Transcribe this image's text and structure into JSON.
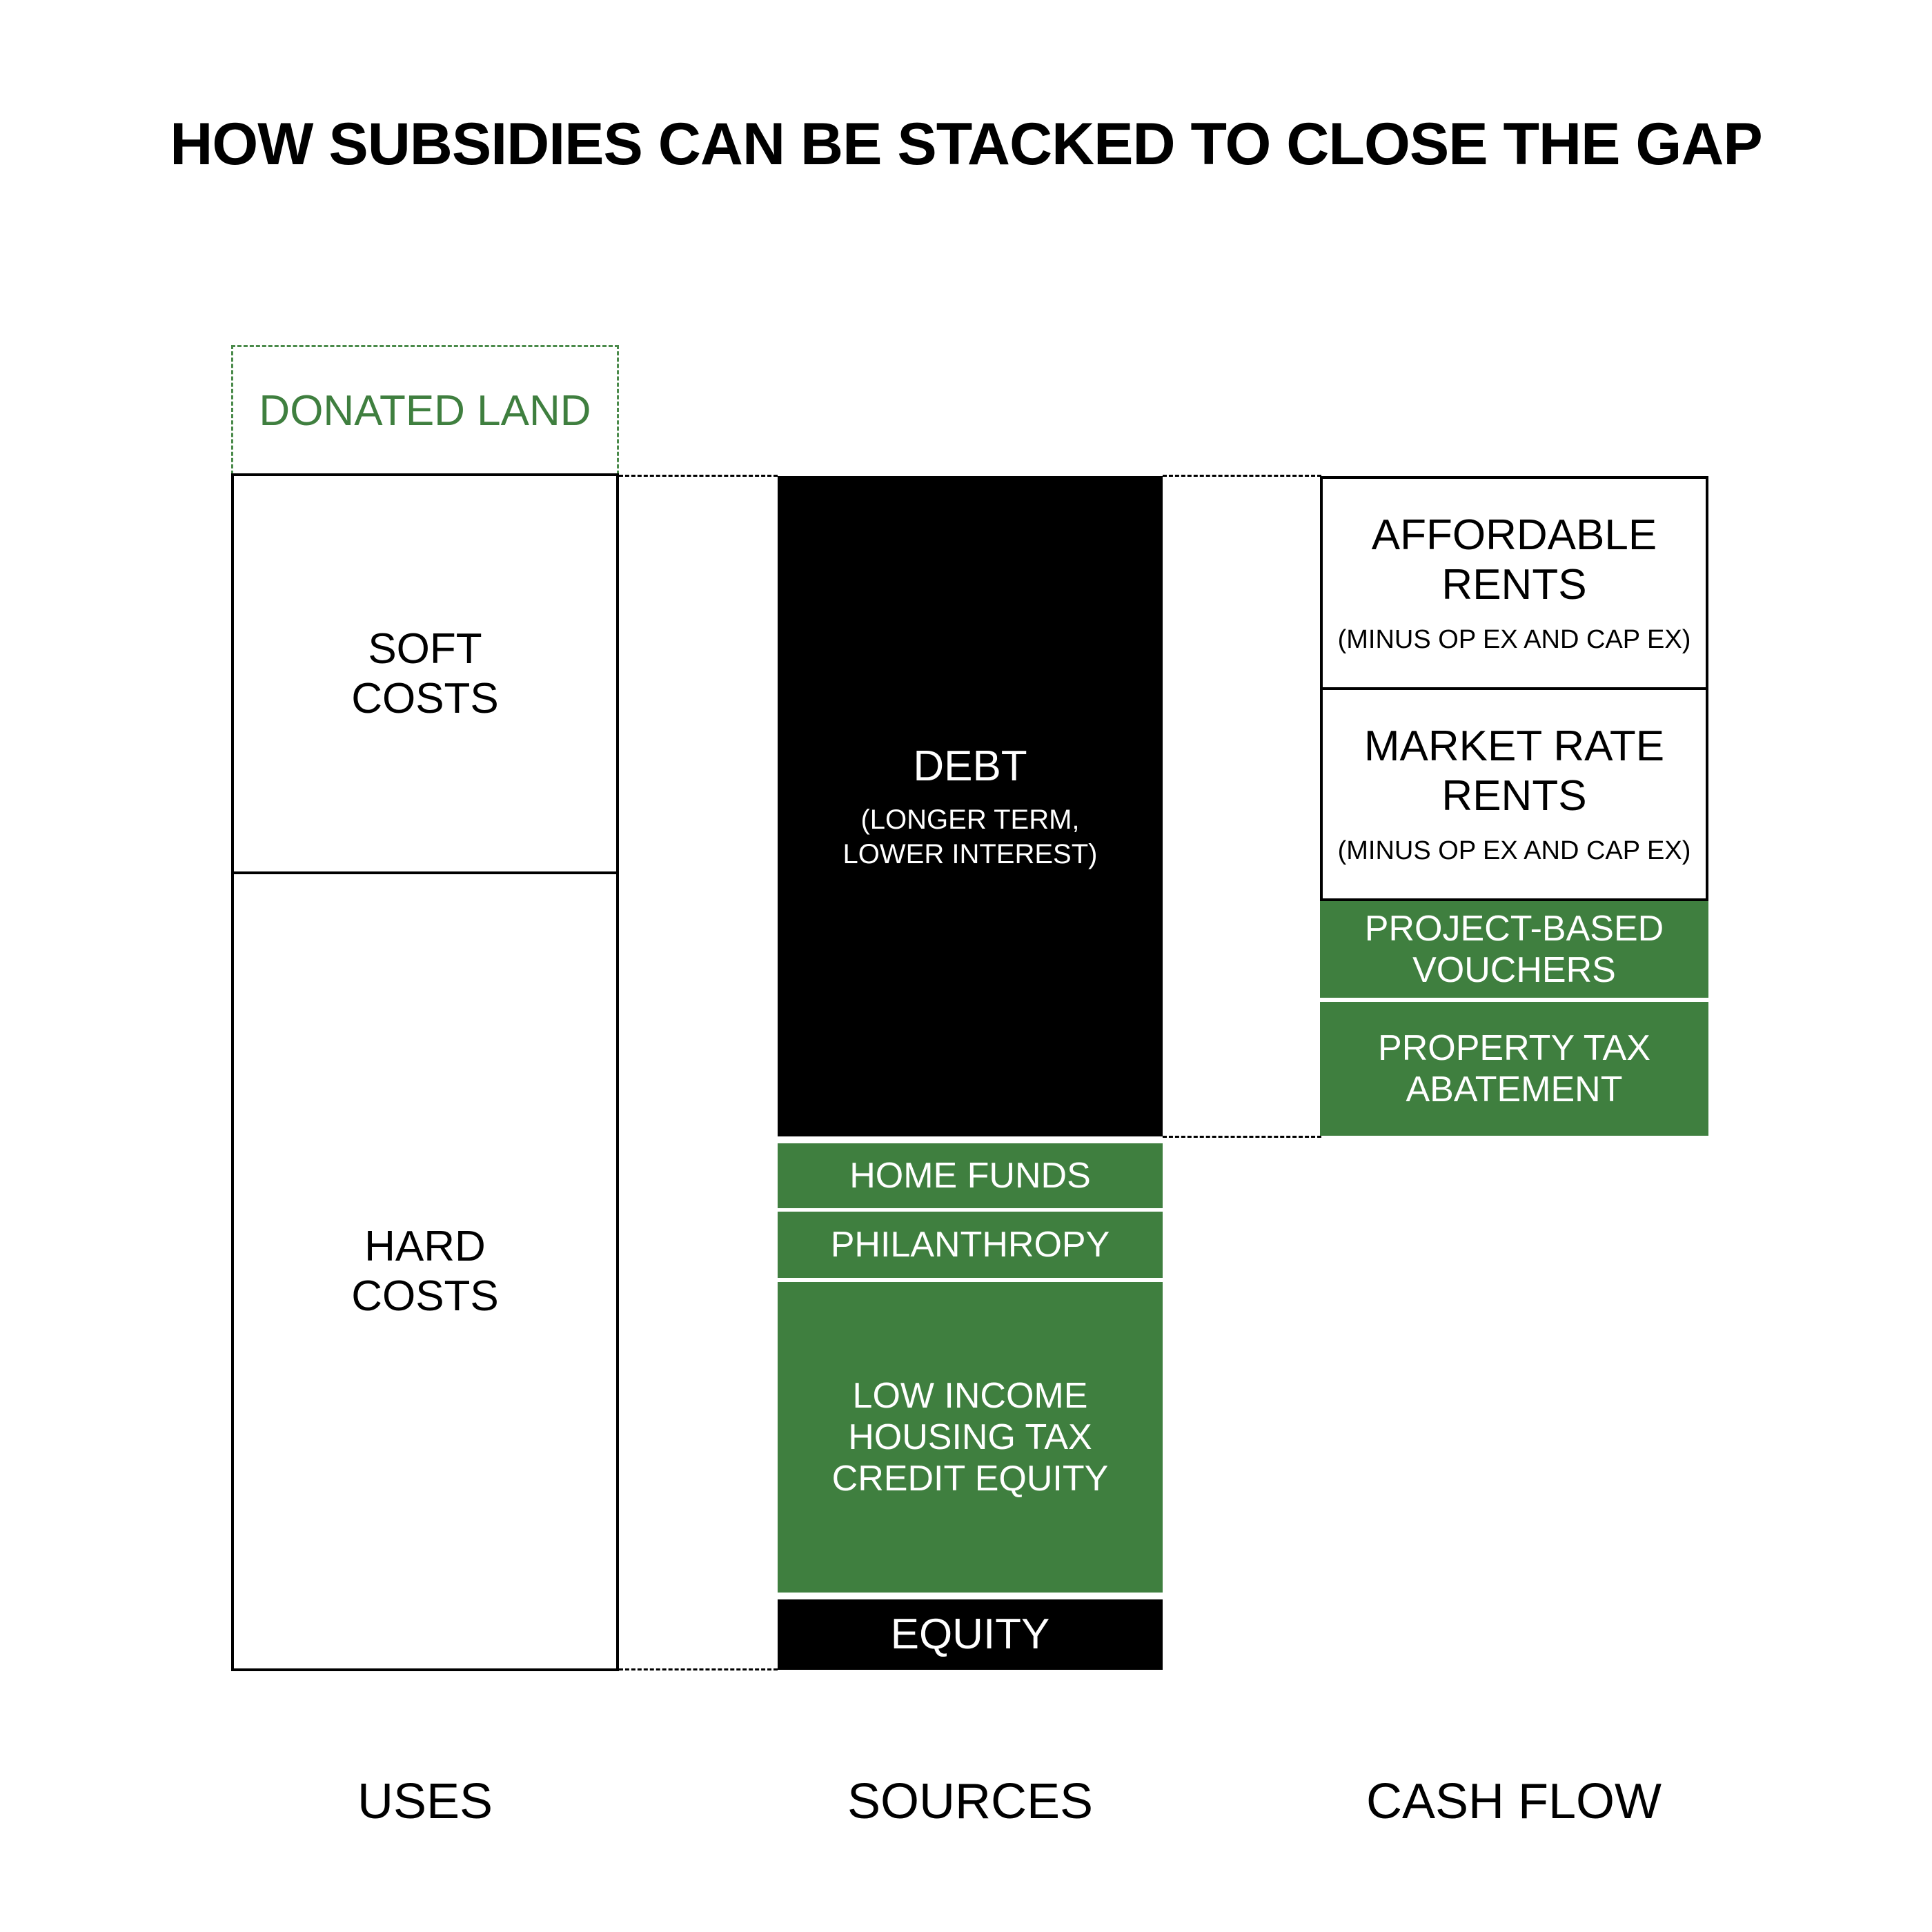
{
  "title": "HOW SUBSIDIES CAN BE STACKED TO CLOSE THE GAP",
  "colors": {
    "green": "#3f7f3f",
    "black": "#000000",
    "white": "#ffffff"
  },
  "uses": {
    "label": "USES",
    "donated_land": "DONATED LAND",
    "soft_costs": "SOFT\nCOSTS",
    "hard_costs": "HARD\nCOSTS"
  },
  "sources": {
    "label": "SOURCES",
    "debt": {
      "title": "DEBT",
      "note": "(LONGER TERM,\nLOWER INTEREST)"
    },
    "home_funds": "HOME FUNDS",
    "philanthropy": "PHILANTHROPY",
    "lihtc": "LOW INCOME\nHOUSING TAX\nCREDIT EQUITY",
    "equity": "EQUITY"
  },
  "cash_flow": {
    "label": "CASH FLOW",
    "affordable_rents": {
      "title": "AFFORDABLE\nRENTS",
      "note": "(MINUS OP EX AND CAP EX)"
    },
    "market_rate_rents": {
      "title": "MARKET RATE\nRENTS",
      "note": "(MINUS OP EX AND CAP EX)"
    },
    "project_based_vouchers": "PROJECT-BASED\nVOUCHERS",
    "property_tax_abatement": "PROPERTY TAX\nABATEMENT"
  }
}
